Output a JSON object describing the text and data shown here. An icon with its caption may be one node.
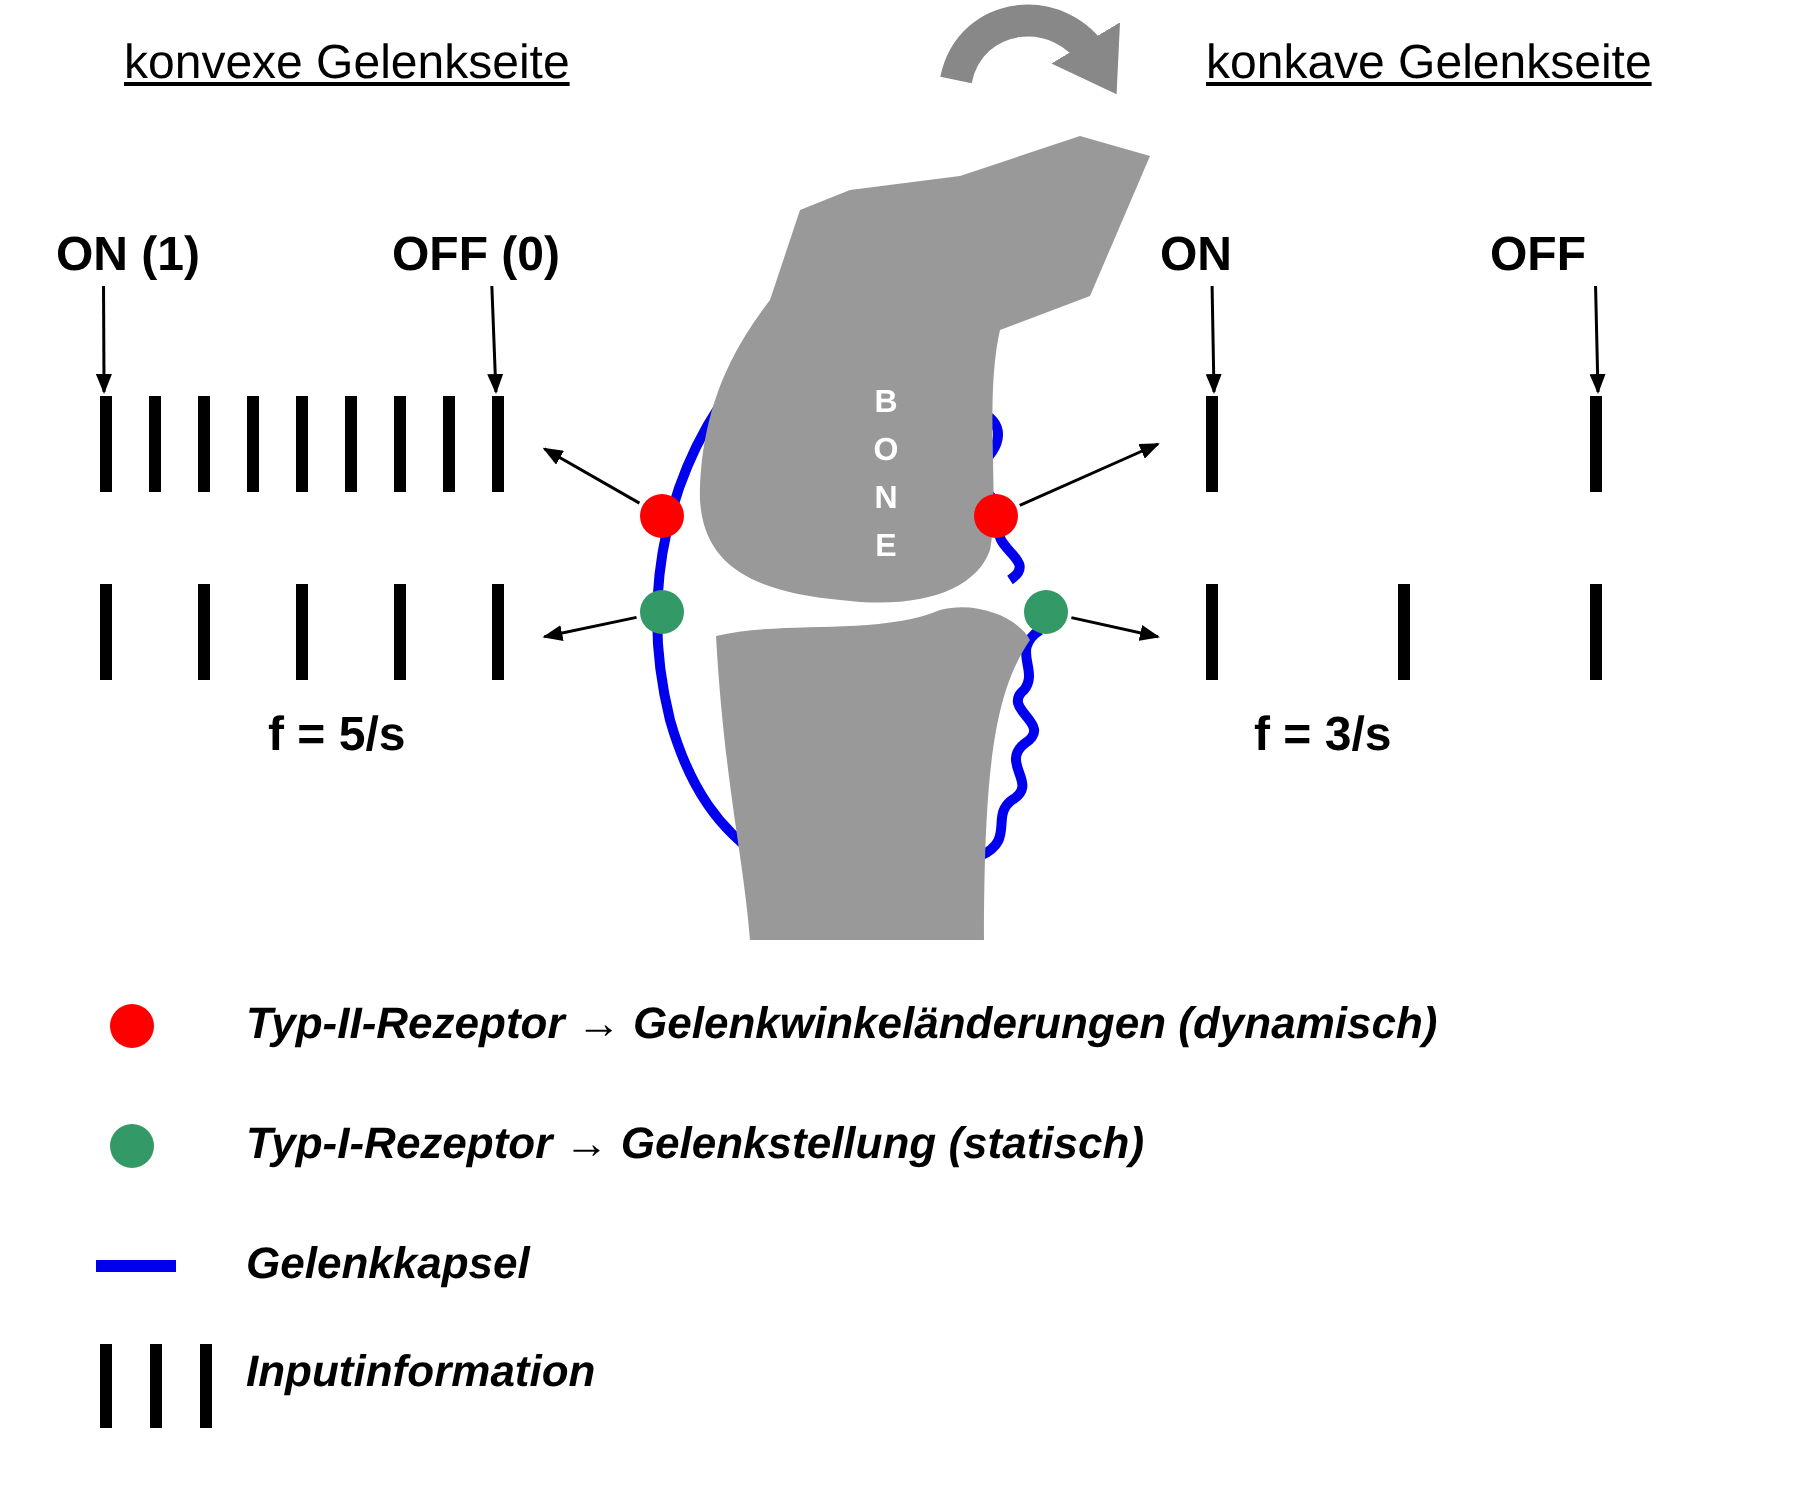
{
  "diagram": {
    "nodes": [
      {
        "text": [
          "ON (1)"
        ]
      },
      {
        "text": [
          "OFF (0)"
        ]
      },
      {
        "text": [
          "ON"
        ]
      },
      {
        "text": [
          "OFF"
        ]
      },
      {
        "text": [],
        "shape": "bar"
      },
      {
        "text": [],
        "shape": "bar",
        "beside": [
          "f = 5/s"
        ]
      },
      {
        "text": [],
        "shape": "bar"
      },
      {
        "text": [],
        "shape": "bar",
        "beside": [
          "f = 3/s"
        ]
      },
      {
        "text": [],
        "shape": "circle"
      },
      {
        "text": [],
        "shape": "circle"
      },
      {
        "text": [],
        "shape": "circle"
      },
      {
        "text": [],
        "shape": "circle"
      },
      {
        "text": [
          "BONE"
        ]
      }
    ],
    "edges": [
      {
        "from": 0,
        "to": 4,
        "arrow": "to"
      },
      {
        "from": 1,
        "to": 4,
        "arrow": "to"
      },
      {
        "from": 2,
        "to": 6,
        "arrow": "to"
      },
      {
        "from": 3,
        "to": 6,
        "arrow": "to"
      },
      {
        "from": 8,
        "to": 4,
        "arrow": "to"
      },
      {
        "from": 9,
        "to": 5,
        "arrow": "to"
      },
      {
        "from": 10,
        "to": 6,
        "arrow": "to"
      },
      {
        "from": 11,
        "to": 7,
        "arrow": "to"
      }
    ],
    "labels": [
      "konvexe Gelenkseite",
      "konkave Gelenkseite"
    ],
    "legend": [
      {
        "text": "Typ-II-Rezeptor → Gelenkwinkeländerungen (dynamisch)",
        "color": "#ff0000"
      },
      {
        "text": "Typ-I-Rezeptor → Gelenkstellung (statisch)",
        "color": "#339966"
      },
      {
        "text": "Gelenkkapsel"
      },
      {
        "text": "Inputinformation"
      }
    ]
  }
}
